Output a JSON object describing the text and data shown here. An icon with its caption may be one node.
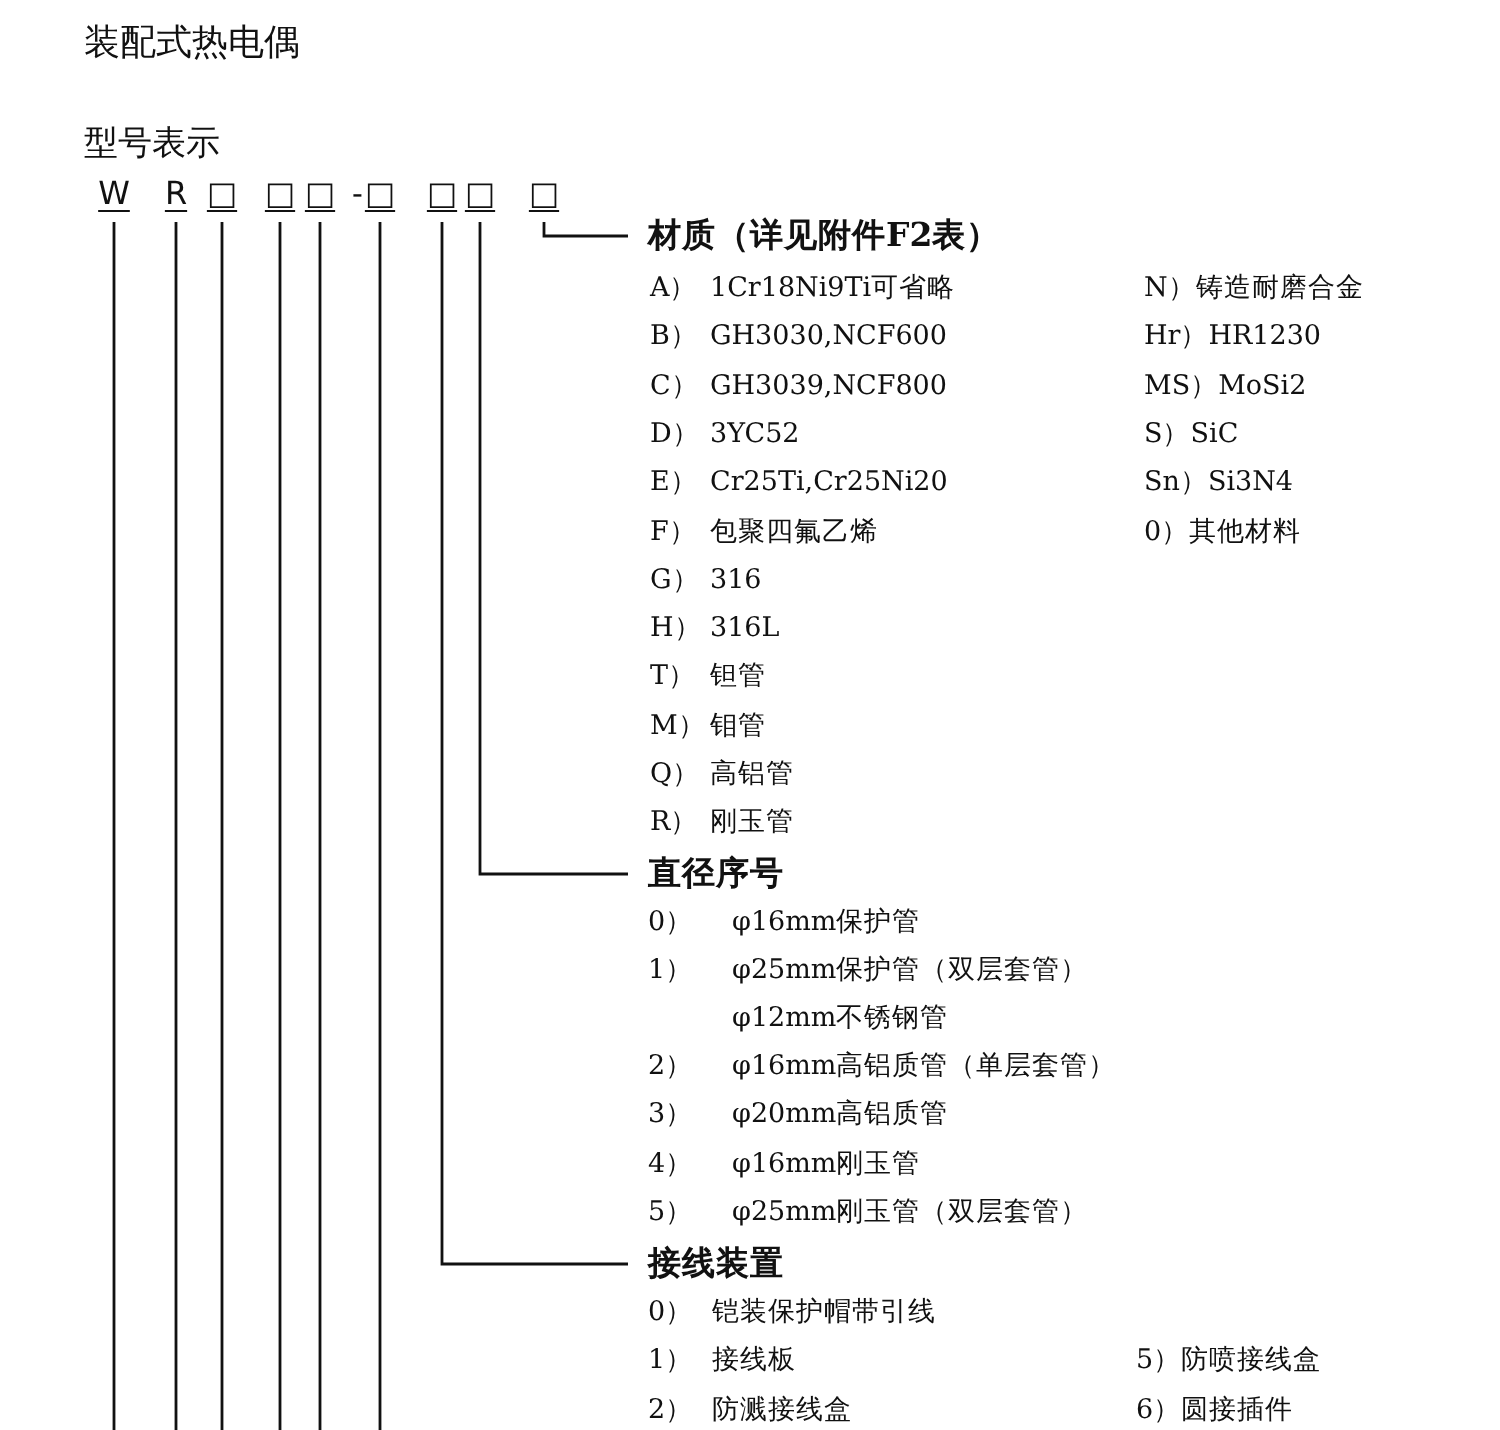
{
  "diagram": {
    "title": "装配式热电偶",
    "nodes": [
      {
        "text": [
          "W"
        ]
      },
      {
        "text": [
          "R"
        ]
      },
      {
        "text": [
          "□"
        ]
      },
      {
        "text": [
          "□"
        ]
      },
      {
        "text": [
          "□"
        ]
      },
      {
        "text": [
          "□"
        ]
      },
      {
        "text": [
          "□"
        ]
      },
      {
        "text": [
          "□"
        ]
      },
      {
        "text": [
          "□"
        ]
      },
      {
        "text": [
          "材质（详见附件F2表）"
        ]
      },
      {
        "text": [
          "直径序号"
        ]
      },
      {
        "text": [
          "接线装置"
        ]
      }
    ],
    "edges": [
      {
        "from": 0,
        "to": null,
        "arrow": "none"
      },
      {
        "from": 1,
        "to": null,
        "arrow": "none"
      },
      {
        "from": 2,
        "to": null,
        "arrow": "none"
      },
      {
        "from": 3,
        "to": null,
        "arrow": "none"
      },
      {
        "from": 4,
        "to": null,
        "arrow": "none"
      },
      {
        "from": 5,
        "to": null,
        "arrow": "none"
      },
      {
        "from": 6,
        "to": 11,
        "arrow": "none"
      },
      {
        "from": 7,
        "to": 10,
        "arrow": "none"
      },
      {
        "from": 8,
        "to": 9,
        "arrow": "none"
      }
    ],
    "labels": [
      "型号表示",
      "-",
      "A）",
      "1Cr18Ni9Ti可省略",
      "N）铸造耐磨合金",
      "B）",
      "GH3030,NCF600",
      "Hr）HR1230",
      "C）",
      "GH3039,NCF800",
      "MS）MoSi2",
      "D）",
      "3YC52",
      "S）SiC",
      "E）",
      "Cr25Ti,Cr25Ni20",
      "Sn）Si3N4",
      "F）",
      "包聚四氟乙烯",
      "0）其他材料",
      "G）",
      "316",
      "H）",
      "316L",
      "T）",
      "钽管",
      "M）",
      "钼管",
      "Q）",
      "高铝管",
      "R）",
      "刚玉管",
      "0）",
      "φ16mm保护管",
      "1）",
      "φ25mm保护管（双层套管）",
      "φ12mm不锈钢管",
      "2）",
      "φ16mm高铝质管（单层套管）",
      "3）",
      "φ20mm高铝质管",
      "4）",
      "φ16mm刚玉管",
      "5）",
      "φ25mm刚玉管（双层套管）",
      "0）",
      "铠装保护帽带引线",
      "1）",
      "接线板",
      "5）防喷接线盒",
      "2）",
      "防溅接线盒",
      "6）圆接插件"
    ]
  }
}
